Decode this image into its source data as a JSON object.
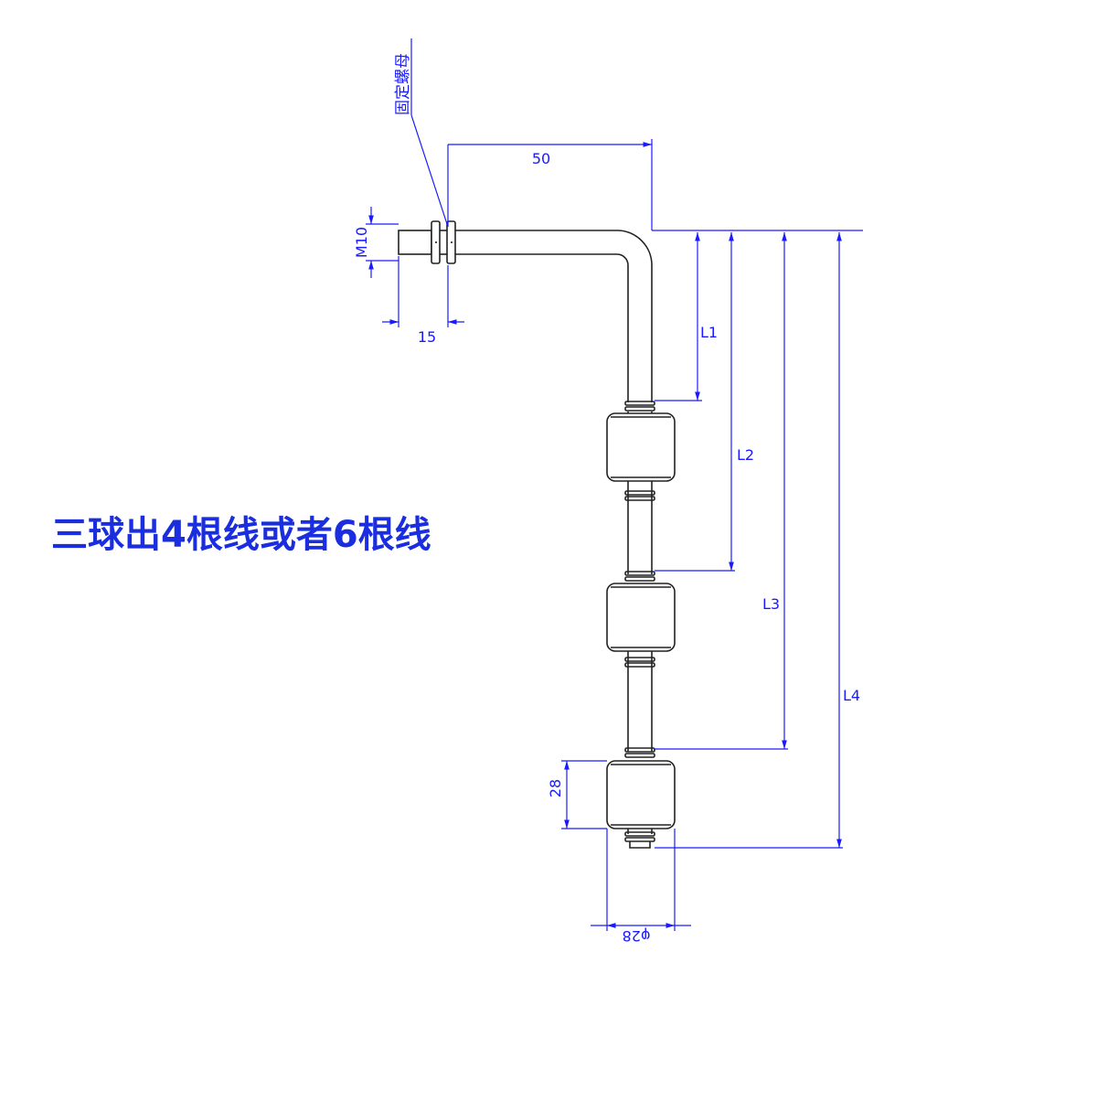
{
  "caption": "三球出4根线或者6根线",
  "labels": {
    "fixing_nut": "固定螺母",
    "length_50": "50",
    "thread": "M10",
    "length_15": "15",
    "l1": "L1",
    "l2": "L2",
    "l3": "L3",
    "l4": "L4",
    "float_height": "28",
    "float_diameter": "φ28"
  },
  "colors": {
    "dimension": "#1a1aff",
    "outline": "#222222",
    "caption": "#1a2ee0"
  }
}
